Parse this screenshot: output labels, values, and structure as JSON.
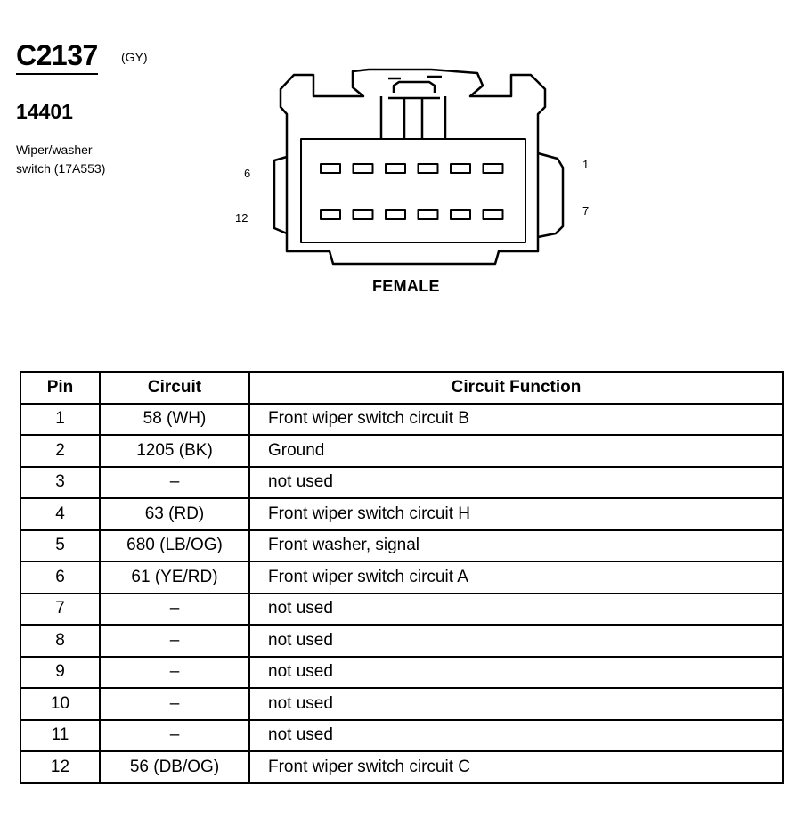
{
  "header": {
    "connector_id": "C2137",
    "color_code": "(GY)",
    "part_number": "14401",
    "description_lines": [
      "Wiper/washer",
      "switch (17A553)"
    ]
  },
  "connector": {
    "pin_labels": {
      "top_left": "6",
      "bottom_left": "12",
      "top_right": "1",
      "bottom_right": "7"
    },
    "gender": "FEMALE",
    "rows": 2,
    "pins_per_row": 6
  },
  "table": {
    "columns": [
      "Pin",
      "Circuit",
      "Circuit Function"
    ],
    "rows": [
      {
        "pin": "1",
        "circuit": "58 (WH)",
        "function": "Front wiper switch circuit B"
      },
      {
        "pin": "2",
        "circuit": "1205 (BK)",
        "function": "Ground"
      },
      {
        "pin": "3",
        "circuit": "–",
        "function": "not used"
      },
      {
        "pin": "4",
        "circuit": "63 (RD)",
        "function": "Front wiper switch circuit H"
      },
      {
        "pin": "5",
        "circuit": "680 (LB/OG)",
        "function": "Front washer, signal"
      },
      {
        "pin": "6",
        "circuit": "61 (YE/RD)",
        "function": "Front wiper switch circuit A"
      },
      {
        "pin": "7",
        "circuit": "–",
        "function": "not used"
      },
      {
        "pin": "8",
        "circuit": "–",
        "function": "not used"
      },
      {
        "pin": "9",
        "circuit": "–",
        "function": "not used"
      },
      {
        "pin": "10",
        "circuit": "–",
        "function": "not used"
      },
      {
        "pin": "11",
        "circuit": "–",
        "function": "not used"
      },
      {
        "pin": "12",
        "circuit": "56 (DB/OG)",
        "function": "Front wiper switch circuit C"
      }
    ]
  }
}
